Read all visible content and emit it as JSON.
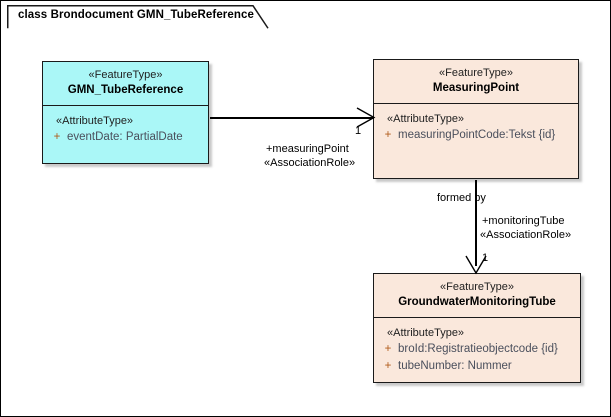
{
  "diagram": {
    "title": "class Brondocument GMN_TubeReference",
    "colors": {
      "feature_fill_cyan": "#aaf7f7",
      "feature_fill_peach": "#fae8dc",
      "border": "#1a1a1a",
      "visibility_marker": "#b05a18",
      "attribute_text": "#4a4f5c"
    }
  },
  "classes": {
    "gmn_tubereference": {
      "stereotype": "«FeatureType»",
      "name": "GMN_TubeReference",
      "attr_stereotype": "«AttributeType»",
      "attributes": [
        {
          "visibility": "+",
          "text": "eventDate: PartialDate"
        }
      ]
    },
    "measuringpoint": {
      "stereotype": "«FeatureType»",
      "name": "MeasuringPoint",
      "attr_stereotype": "«AttributeType»",
      "attributes": [
        {
          "visibility": "+",
          "text": "measuringPointCode:Tekst {id}"
        }
      ]
    },
    "groundwatermonitoringtube": {
      "stereotype": "«FeatureType»",
      "name": "GroundwaterMonitoringTube",
      "attr_stereotype": "«AttributeType»",
      "attributes": [
        {
          "visibility": "+",
          "text": "broId:Registratieobjectcode {id}"
        },
        {
          "visibility": "+",
          "text": "tubeNumber: Nummer"
        }
      ]
    }
  },
  "associations": {
    "tuberef_to_measuringpoint": {
      "role": "+measuringPoint",
      "stereotype": "«AssociationRole»",
      "multiplicity": "1"
    },
    "measuringpoint_to_tube": {
      "name": "formed by",
      "role": "+monitoringTube",
      "stereotype": "«AssociationRole»",
      "multiplicity": "1"
    }
  }
}
